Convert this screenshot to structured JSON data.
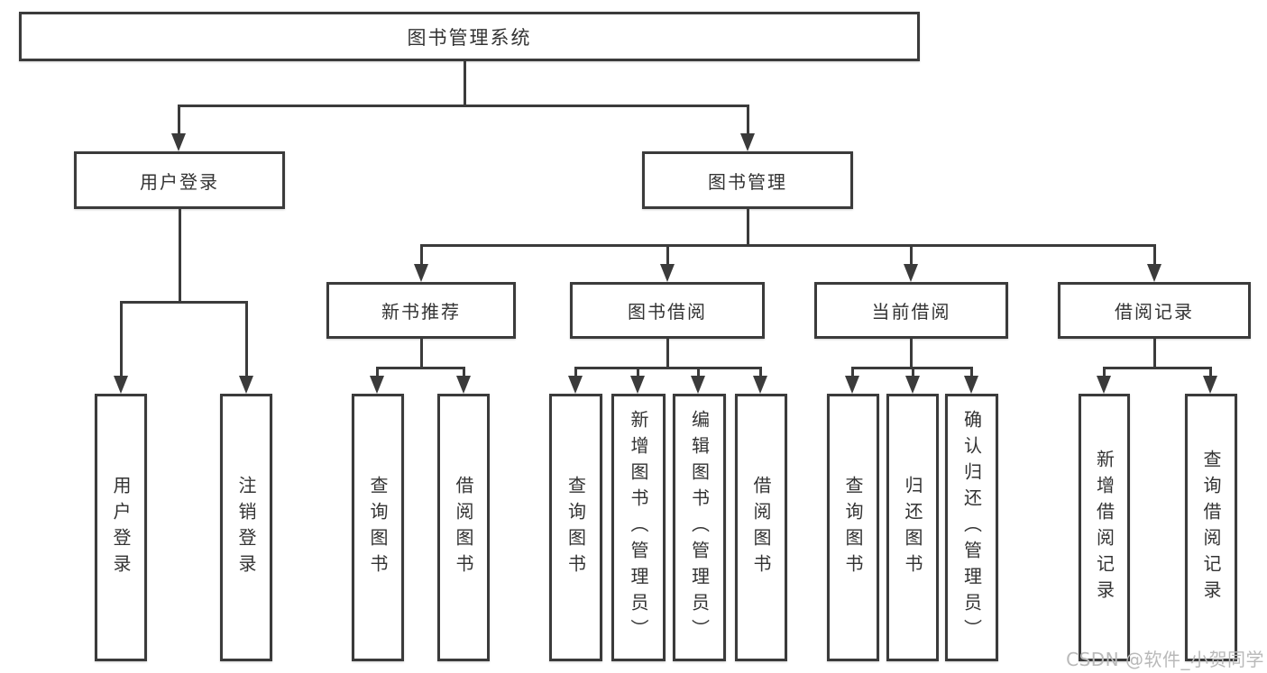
{
  "diagram": {
    "title": "图书管理系统",
    "nodes": {
      "root": {
        "label": "图书管理系统"
      },
      "user_login": {
        "label": "用户登录"
      },
      "book_mgmt": {
        "label": "图书管理"
      },
      "new_book_rec": {
        "label": "新书推荐"
      },
      "book_borrow": {
        "label": "图书借阅"
      },
      "current_borrow": {
        "label": "当前借阅"
      },
      "borrow_records": {
        "label": "借阅记录"
      }
    },
    "leaves": {
      "user_login": [
        "用户登录",
        "注销登录"
      ],
      "new_book_rec": [
        "查询图书",
        "借阅图书"
      ],
      "book_borrow": [
        "查询图书",
        "新增图书（管理员）",
        "编辑图书（管理员）",
        "借阅图书"
      ],
      "current_borrow": [
        "查询图书",
        "归还图书",
        "确认归还（管理员）"
      ],
      "borrow_records": [
        "新增借阅记录",
        "查询借阅记录"
      ]
    },
    "watermark": "CSDN @软件_小贺同学",
    "colors": {
      "line": "#3b3b3b",
      "text": "#333333",
      "watermark": "#b9b9b9",
      "background": "#ffffff"
    }
  }
}
